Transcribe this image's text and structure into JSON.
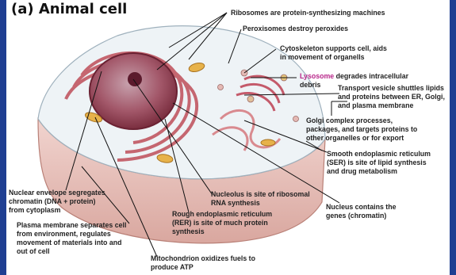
{
  "title": "(a) Animal cell",
  "colors": {
    "background": "#1f3f92",
    "lysosome_highlight": "#b8268a",
    "cell_surface": "#eef3f6",
    "cell_base": "#e8c6c0",
    "nucleus": "#a3586a",
    "rough_er": "#c56670",
    "leader_line": "#111111"
  },
  "labels": {
    "ribosomes": "Ribosomes are protein-synthesizing machines",
    "peroxisomes": "Peroxisomes destroy peroxides",
    "cytoskeleton": "Cytoskeleton supports cell, aids\nin movement of organells",
    "lysosome_term": "Lysosome",
    "lysosome_rest": " degrades intracellular\ndebris",
    "transport_vesicle": "Transport vesicle shuttles lipids\nand proteins between ER, Golgi,\nand plasma membrane",
    "golgi": "Golgi complex processes,\npackages, and targets proteins to\nother organelles or for export",
    "smooth_er": "Smooth endoplasmic reticulum\n(SER) is site of lipid synthesis\nand drug metabolism",
    "nuclear_envelope": "Nuclear envelope segregates\nchromatin (DNA + protein)\nfrom cytoplasm",
    "nucleolus": "Nucleolus is site of ribosomal\nRNA synthesis",
    "nucleus": "Nucleus contains the\ngenes (chromatin)",
    "rough_er": "Rough endoplasmic reticulum\n(RER) is site of much protein\nsynthesis",
    "plasma_membrane": "Plasma membrane separates cell\nfrom environment, regulates\nmovement of materials into and\nout of cell",
    "mitochondrion": "Mitochondrion oxidizes fuels to\nproduce ATP"
  }
}
